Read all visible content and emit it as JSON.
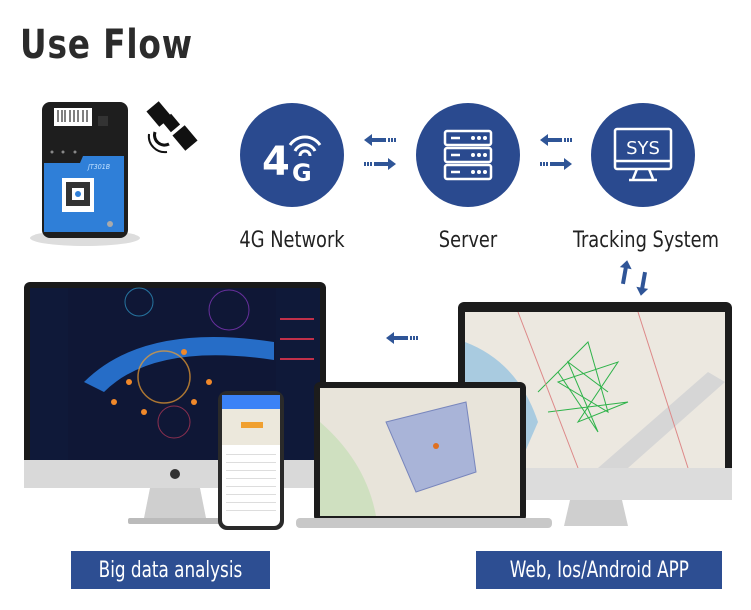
{
  "title": "Use Flow",
  "device": {
    "model_label": "JT301B",
    "icon": "satellite-icon"
  },
  "flow": {
    "nodes": [
      {
        "label": "4G Network",
        "icon": "4g-signal-icon",
        "icon_text": "4G"
      },
      {
        "label": "Server",
        "icon": "server-rack-icon"
      },
      {
        "label": "Tracking System",
        "icon": "monitor-sys-icon",
        "icon_text": "SYS"
      }
    ]
  },
  "badges": {
    "left": "Big data analysis",
    "right": "Web, Ios/Android APP"
  },
  "colors": {
    "brand_blue": "#2a4a8f",
    "badge_blue": "#2d4e92",
    "arrow_blue": "#2f5597"
  }
}
